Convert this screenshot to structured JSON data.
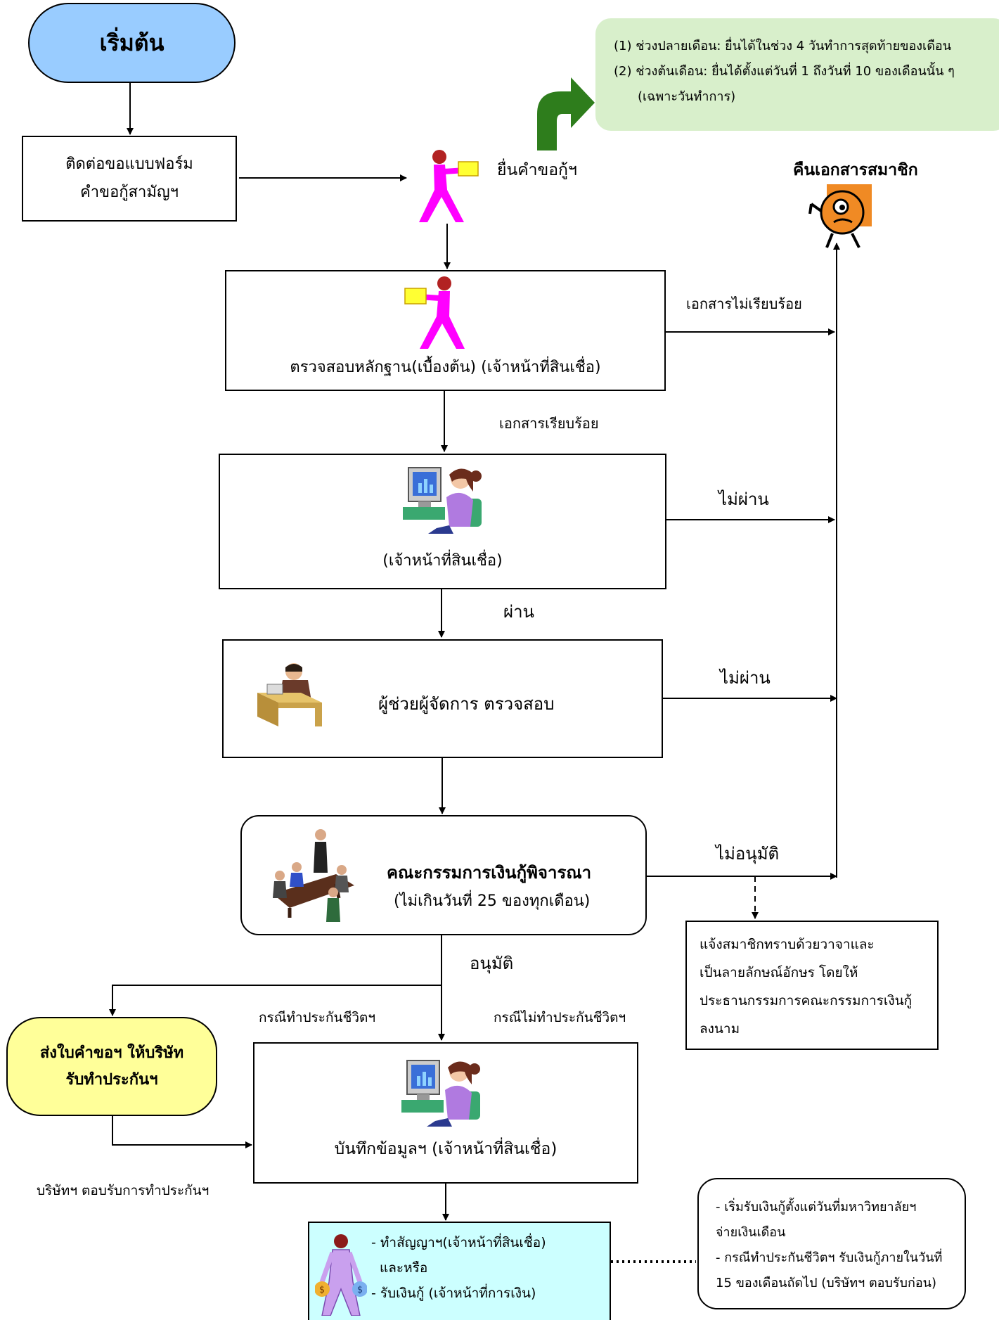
{
  "start": {
    "label": "เริ่มต้น"
  },
  "nodes": {
    "form_request": {
      "line1": "ติดต่อขอแบบฟอร์ม",
      "line2": "คำขอกู้สามัญฯ"
    },
    "submit_label": "ยื่นคำขอกู้ฯ",
    "timing_note": {
      "line1": "(1) ช่วงปลายเดือน: ยื่นได้ในช่วง 4 วันทำการสุดท้ายของเดือน",
      "line2": "(2) ช่วงต้นเดือน: ยื่นได้ตั้งแต่วันที่ 1 ถึงวันที่ 10 ของเดือนนั้น ๆ",
      "line3": "(เฉพาะวันทำการ)"
    },
    "return_docs": {
      "label": "คืนเอกสารสมาชิก"
    },
    "check_evidence": {
      "label": "ตรวจสอบหลักฐาน(เบื้องต้น)  (เจ้าหน้าที่สินเชื่อ)"
    },
    "credit_officer": {
      "label": "(เจ้าหน้าที่สินเชื่อ)"
    },
    "asst_manager": {
      "label": "ผู้ช่วยผู้จัดการ ตรวจสอบ"
    },
    "committee": {
      "line1": "คณะกรรมการเงินกู้พิจารณา",
      "line2": "(ไม่เกินวันที่ 25 ของทุกเดือน)"
    },
    "notify": {
      "line1": "แจ้งสมาชิกทราบด้วยวาจาและ",
      "line2": "เป็นลายลักษณ์อักษร โดยให้",
      "line3": "ประธานกรรมการคณะกรรมการเงินกู้",
      "line4": "ลงนาม"
    },
    "insurance": {
      "line1": "ส่งใบคำขอฯ ให้บริษัท",
      "line2": "รับทำประกันฯ"
    },
    "record": {
      "label": "บันทึกข้อมูลฯ (เจ้าหน้าที่สินเชื่อ)"
    },
    "contract": {
      "line1": "- ทำสัญญาฯ(เจ้าหน้าที่สินเชื่อ)",
      "line2": "และหรือ",
      "line3": "- รับเงินกู้ (เจ้าหน้าที่การเงิน)"
    },
    "payout_note": {
      "line1": "- เริ่มรับเงินกู้ตั้งแต่วันที่มหาวิทยาลัยฯ",
      "line2": "จ่ายเงินเดือน",
      "line3": "- กรณีทำประกันชีวิตฯ รับเงินกู้ภายในวันที่",
      "line4": "15 ของเดือนถัดไป (บริษัทฯ ตอบรับก่อน)"
    }
  },
  "edge_labels": {
    "docs_incomplete": "เอกสารไม่เรียบร้อย",
    "docs_complete": "เอกสารเรียบร้อย",
    "fail_1": "ไม่ผ่าน",
    "pass": "ผ่าน",
    "fail_2": "ไม่ผ่าน",
    "not_approved": "ไม่อนุมัติ",
    "approved": "อนุมัติ",
    "with_insurance": "กรณีทำประกันชีวิตฯ",
    "without_insurance": "กรณีไม่ทำประกันชีวิตฯ",
    "company_accepts": "บริษัทฯ ตอบรับการทำประกันฯ"
  },
  "colors": {
    "start_fill": "#99ccff",
    "note_fill": "#d8efcb",
    "insurance_fill": "#ffff99",
    "contract_fill": "#ccffff",
    "green_arrow": "#2e7d1c",
    "person_magenta": "#ff00ff",
    "document_yellow": "#ffff33",
    "face_orange": "#f08a24"
  },
  "icons": [
    "walking-person-icon",
    "computer-worker-icon",
    "desk-worker-icon",
    "meeting-icon",
    "worried-face-icon",
    "money-person-icon",
    "green-curved-arrow-icon"
  ]
}
